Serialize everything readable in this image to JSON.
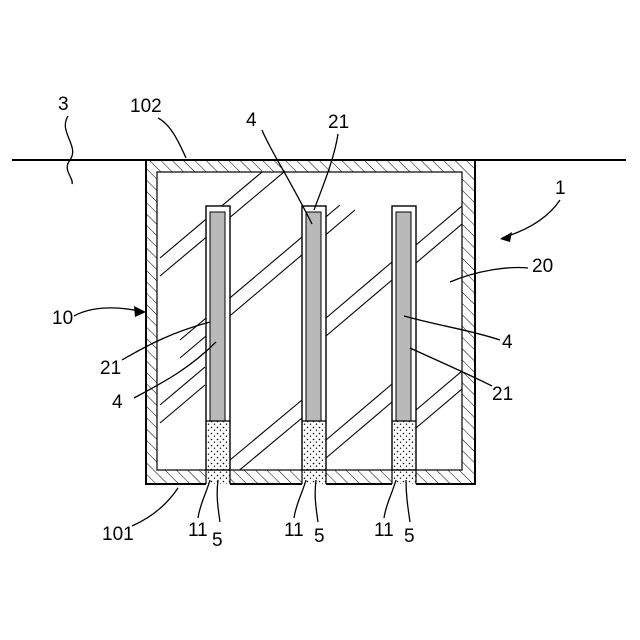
{
  "figure": {
    "colors": {
      "line": "#000000",
      "rod_fill": "#b9b9b9",
      "background": "#ffffff"
    },
    "labels": {
      "ref_1": "1",
      "ref_3": "3",
      "ref_102": "102",
      "ref_4_top": "4",
      "ref_21_top": "21",
      "ref_20": "20",
      "ref_10": "10",
      "ref_21_left": "21",
      "ref_4_left": "4",
      "ref_4_right": "4",
      "ref_21_right": "21",
      "ref_101": "101",
      "ref_11_a": "11",
      "ref_5_a": "5",
      "ref_11_b": "11",
      "ref_5_b": "5",
      "ref_11_c": "11",
      "ref_5_c": "5"
    }
  }
}
